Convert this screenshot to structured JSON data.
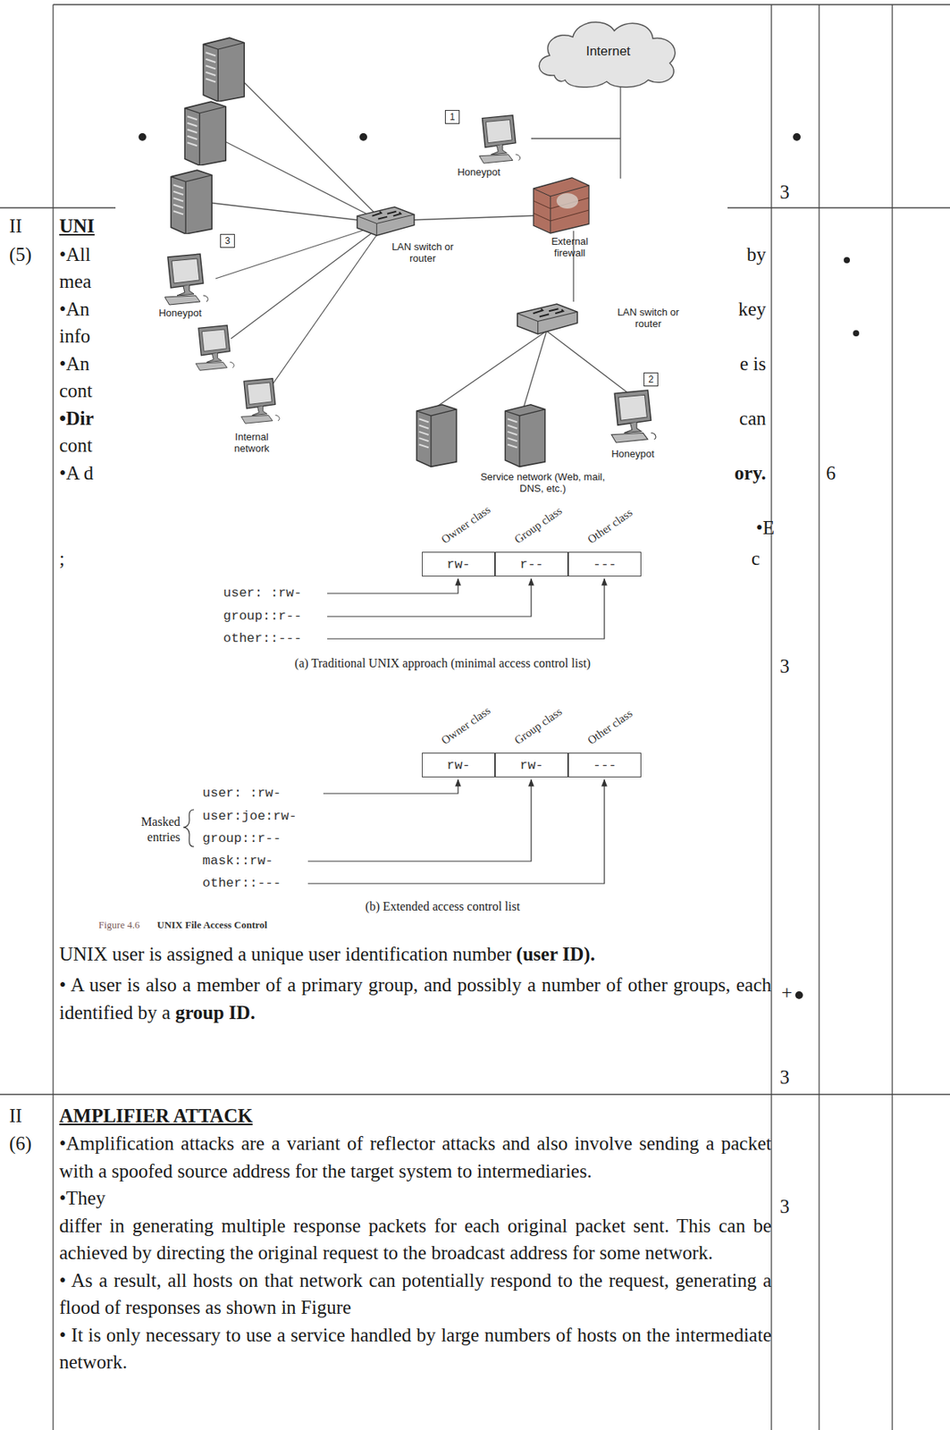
{
  "diagram": {
    "caption": "UNIX File Access Control",
    "nodes": [
      {
        "text": [
          "Internet"
        ]
      },
      {
        "text": [
          "1"
        ]
      },
      {
        "text": [
          "3"
        ]
      },
      {
        "text": [
          "2"
        ]
      },
      {
        "text": [
          "rw-"
        ]
      },
      {
        "text": [
          "r--"
        ]
      },
      {
        "text": [
          "---"
        ]
      },
      {
        "text": [
          "rw-"
        ]
      },
      {
        "text": [
          "rw-"
        ]
      },
      {
        "text": [
          "---"
        ]
      }
    ],
    "labels": [
      "3",
      "Honeypot",
      "Honeypot",
      "LAN switch or router",
      "External firewall",
      "LAN switch or router",
      "Honeypot",
      "Internal network",
      "Service network (Web, mail, DNS, etc.)",
      "II",
      "(5)",
      "UNI",
      "•All",
      "mea",
      "•An",
      "info",
      "•An",
      "cont",
      "•Dir",
      "cont",
      "•A d",
      "by",
      "key",
      "e is",
      "can",
      "ory.",
      "6",
      "•E",
      "c",
      ";",
      "3",
      "Owner class",
      "Group class",
      "Other class",
      "user: :rw-",
      "group::r--",
      "other::---",
      "(a) Traditional UNIX approach (minimal access control list)",
      "Owner class",
      "Group class",
      "Other class",
      "user: :rw-",
      "user:joe:rw-",
      "group::r--",
      "mask::rw-",
      "other::---",
      "Masked entries",
      "(b) Extended access control list",
      "Figure 4.6",
      "UNIX File Access Control",
      "UNIX user is assigned a unique user identification number",
      "(user ID).",
      "• A user is also a member of a primary group, and possibly a number of other groups, each identified by a",
      "group ID.",
      "+",
      "3",
      "II",
      "(6)",
      "AMPLIFIER ATTACK",
      "•Amplification attacks are a variant of reflector attacks and also involve sending a packet with a spoofed source address for the target system to intermediaries.",
      "•They",
      "differ in generating multiple response packets for each original packet sent. This can be achieved by directing the original request to the broadcast address for some network.",
      "• As a result, all hosts on that network can potentially respond to the request, generating a flood of responses as shown in Figure",
      "• It is only necessary to use a service handled by large numbers of hosts on the intermediate network.",
      "3"
    ]
  }
}
